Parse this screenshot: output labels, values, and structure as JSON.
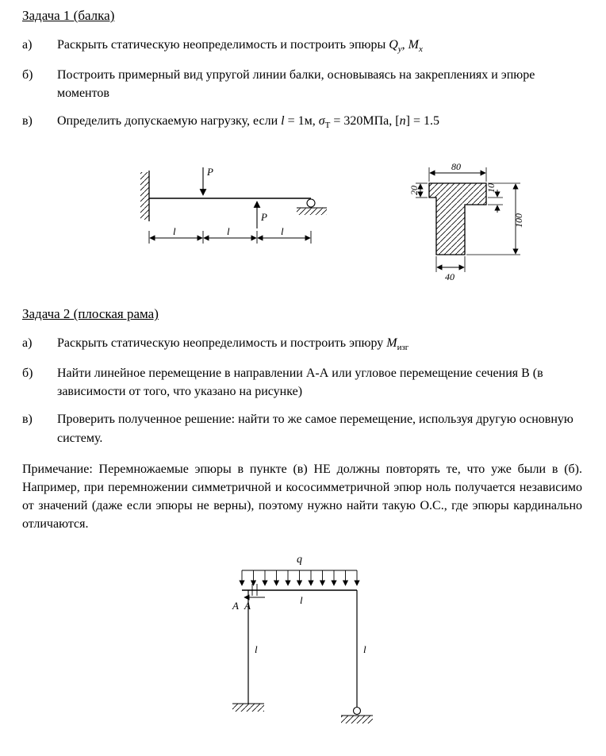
{
  "task1": {
    "title": "Задача 1 (балка)",
    "item_a": {
      "label": "а)",
      "text": "Раскрыть статическую неопределимость и построить эпюры ",
      "math_q": "Q",
      "math_q_sub": "y",
      "sep": ", ",
      "math_m": "M",
      "math_m_sub": "x"
    },
    "item_b": {
      "label": "б)",
      "text": "Построить примерный вид упругой линии балки, основываясь на закреплениях и эпюре моментов"
    },
    "item_v": {
      "label": "в)",
      "text": "Определить допускаемую нагрузку, если ",
      "l_var": "l",
      "l_eq": " = 1м,  ",
      "sigma": "σ",
      "sigma_sub": "Т",
      "sigma_eq": " = 320МПа,  [",
      "n_var": "n",
      "n_eq": "] = 1.5"
    }
  },
  "beam_figure": {
    "load_top": "P",
    "load_mid": "P",
    "dims": [
      "l",
      "l",
      "l"
    ]
  },
  "section_figure": {
    "width_top": "80",
    "thickness_left": "20",
    "step_right": "10",
    "height_right": "100",
    "width_bottom": "40"
  },
  "task2": {
    "title": "Задача 2 (плоская рама)",
    "item_a": {
      "label": "а)",
      "text": "Раскрыть статическую неопределимость и построить эпюру ",
      "math_m": "M",
      "math_m_sub": "изг"
    },
    "item_b": {
      "label": "б)",
      "text": "Найти линейное перемещение в направлении А-А или угловое перемещение сечения В (в зависимости от того, что указано на рисунке)"
    },
    "item_v": {
      "label": "в)",
      "text": "Проверить полученное решение: найти то же самое перемещение, используя другую основную систему."
    },
    "note": "Примечание: Перемножаемые эпюры в пункте (в) НЕ должны повторять те, что уже были в (б). Например, при перемножении симметричной и кососимметричной эпюр ноль получается независимо от значений (даже если эпюры не верны), поэтому нужно найти такую О.С., где эпюры кардинально отличаются."
  },
  "frame_figure": {
    "load": "q",
    "section_a1": "A",
    "section_a2": "A",
    "span": "l",
    "left_height": "l",
    "right_height": "l"
  }
}
